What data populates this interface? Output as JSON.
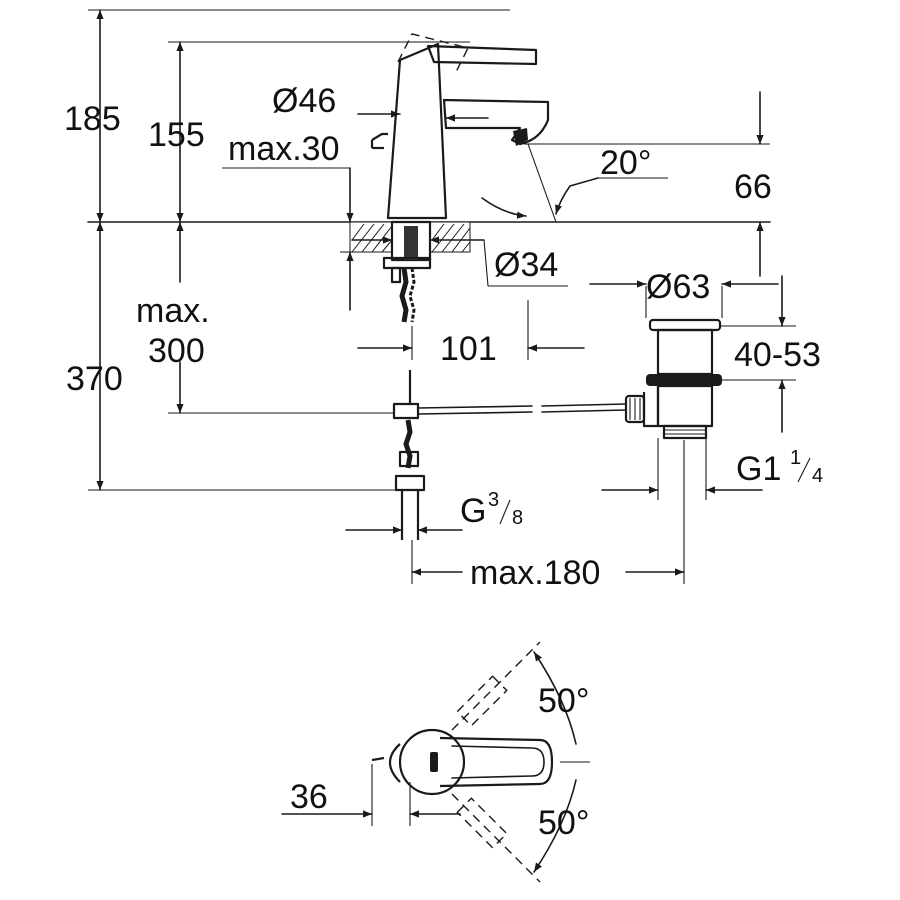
{
  "side_view": {
    "dims": {
      "overall_height": "185",
      "spout_height": "155",
      "body_diameter": "Ø46",
      "max_deck_thickness": "max.30",
      "spout_angle": "20°",
      "outlet_height": "66",
      "hole_diameter": "Ø34",
      "waste_diameter": "Ø63",
      "max_below_label": "max.",
      "max_below_value": "300",
      "total_below": "370",
      "projection": "101",
      "waste_range": "40-53",
      "waste_thread_main": "G1",
      "waste_thread_num": "1",
      "waste_thread_den": "4",
      "supply_thread_main": "G",
      "supply_thread_num": "3",
      "supply_thread_den": "8",
      "waste_distance": "max.180"
    }
  },
  "top_view": {
    "dims": {
      "swing_upper": "50°",
      "swing_lower": "50°",
      "lever_offset": "36"
    }
  }
}
